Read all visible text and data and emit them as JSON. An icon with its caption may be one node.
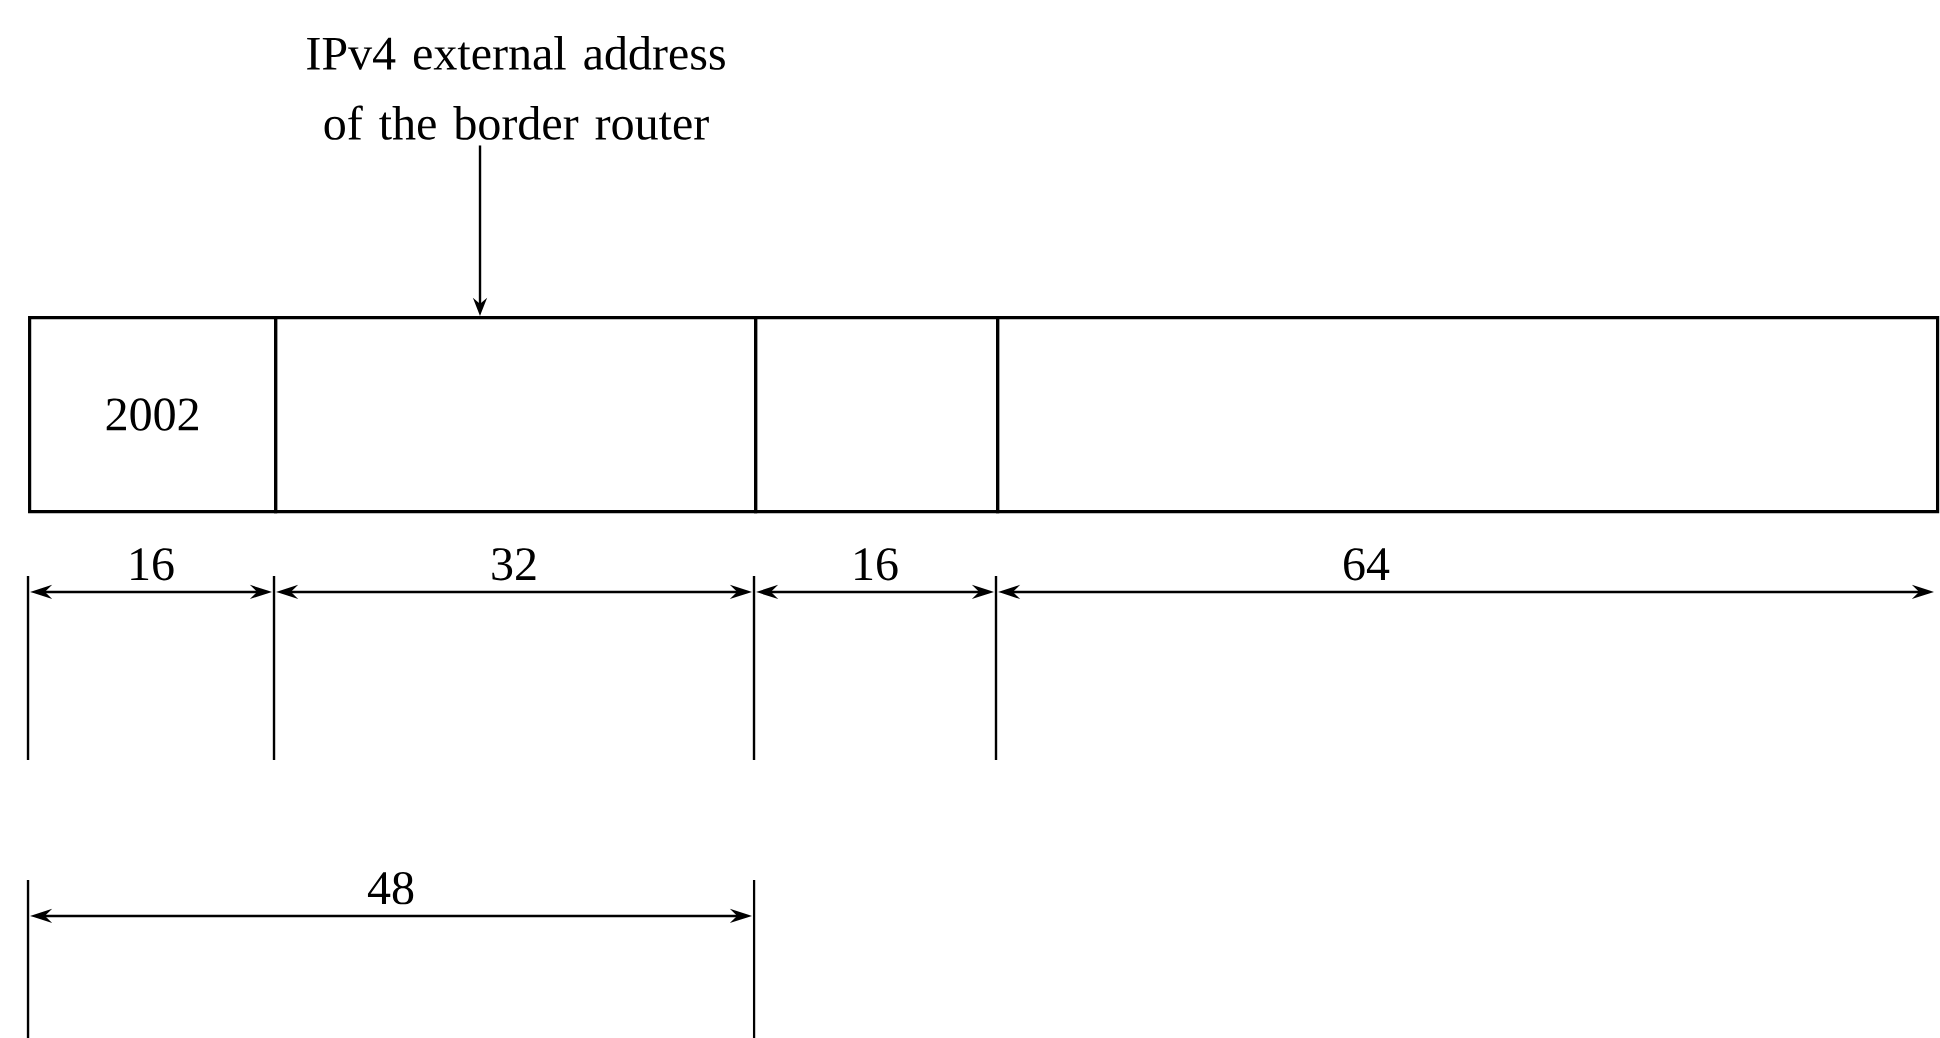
{
  "diagram": {
    "nodes": [
      {
        "text": [
          "IPv4 external address of the border router"
        ]
      },
      {
        "text": [
          "2002"
        ]
      },
      {
        "text": [],
        "shape": "box"
      },
      {
        "text": [],
        "shape": "box"
      },
      {
        "text": [],
        "shape": "box"
      }
    ],
    "edges": [
      {
        "from": 0,
        "to": 2,
        "arrow": "to"
      }
    ],
    "labels": [
      "16",
      "32",
      "16",
      "64",
      "48"
    ]
  }
}
